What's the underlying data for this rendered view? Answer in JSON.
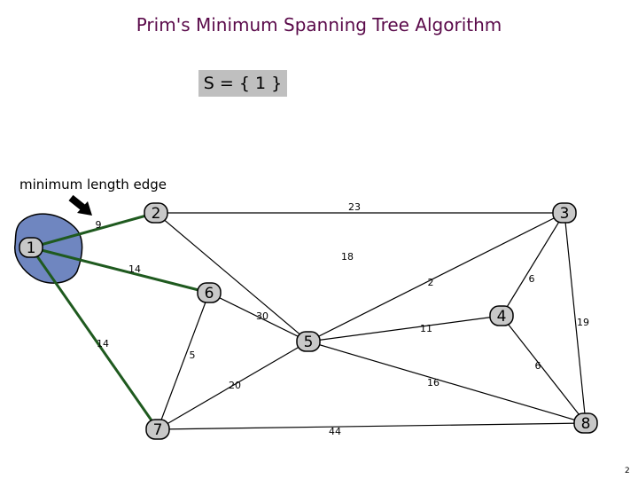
{
  "title": "Prim's Minimum Spanning Tree Algorithm",
  "set_label": "S = { 1 }",
  "annotation": "minimum length edge",
  "page_number": "2",
  "colors": {
    "title": "#5a0a4a",
    "tree_edge": "#1f5a1f",
    "set_blob": "#6f86c0",
    "node_fill": "#c8c8c8",
    "edge": "#000000"
  },
  "nodes": [
    {
      "id": "1",
      "label": "1"
    },
    {
      "id": "2",
      "label": "2"
    },
    {
      "id": "3",
      "label": "3"
    },
    {
      "id": "4",
      "label": "4"
    },
    {
      "id": "5",
      "label": "5"
    },
    {
      "id": "6",
      "label": "6"
    },
    {
      "id": "7",
      "label": "7"
    },
    {
      "id": "8",
      "label": "8"
    }
  ],
  "edges": [
    {
      "from": "1",
      "to": "2",
      "weight": "9",
      "highlight": true
    },
    {
      "from": "1",
      "to": "6",
      "weight": "14",
      "highlight": true
    },
    {
      "from": "1",
      "to": "7",
      "weight": "14",
      "highlight": true
    },
    {
      "from": "2",
      "to": "3",
      "weight": "23",
      "highlight": false
    },
    {
      "from": "2",
      "to": "5",
      "weight": "18",
      "highlight": false
    },
    {
      "from": "3",
      "to": "5",
      "weight": "2",
      "highlight": false
    },
    {
      "from": "3",
      "to": "4",
      "weight": "6",
      "highlight": false
    },
    {
      "from": "3",
      "to": "8",
      "weight": "19",
      "highlight": false
    },
    {
      "from": "6",
      "to": "5",
      "weight": "30",
      "highlight": false
    },
    {
      "from": "6",
      "to": "7",
      "weight": "5",
      "highlight": false
    },
    {
      "from": "5",
      "to": "4",
      "weight": "11",
      "highlight": false
    },
    {
      "from": "5",
      "to": "8",
      "weight": "16",
      "highlight": false
    },
    {
      "from": "5",
      "to": "7",
      "weight": "20",
      "highlight": false
    },
    {
      "from": "4",
      "to": "8",
      "weight": "6",
      "highlight": false
    },
    {
      "from": "7",
      "to": "8",
      "weight": "44",
      "highlight": false
    }
  ]
}
